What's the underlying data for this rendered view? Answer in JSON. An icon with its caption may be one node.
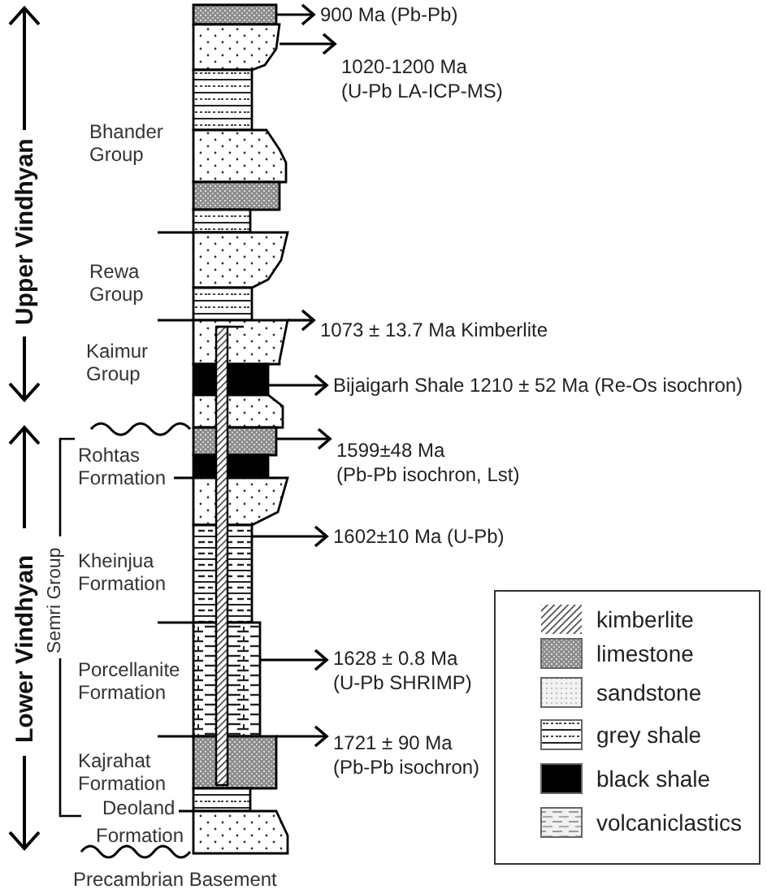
{
  "diagram": {
    "nodes": [
      {
        "text": [],
        "shape": "picture"
      },
      {
        "text": [
          "900 Ma (Pb-Pb)"
        ]
      },
      {
        "text": [
          "1020-1200 Ma",
          "(U-Pb LA-ICP-MS)"
        ]
      },
      {
        "text": [
          "1073 ± 13.7 Ma Kimberlite"
        ]
      },
      {
        "text": [
          "Bijaigarh Shale 1210 ± 52 Ma (Re-Os isochron)"
        ]
      },
      {
        "text": [
          "1599±48 Ma",
          "(Pb-Pb isochron, Lst)"
        ]
      },
      {
        "text": [
          "1602±10 Ma (U-Pb)"
        ]
      },
      {
        "text": [
          "1628 ± 0.8 Ma",
          "(U-Pb SHRIMP)"
        ]
      },
      {
        "text": [
          "1721 ± 90 Ma",
          "(Pb-Pb isochron)"
        ]
      }
    ],
    "edges": [
      {
        "from": 0,
        "to": 1,
        "arrow": "to"
      },
      {
        "from": 0,
        "to": 2,
        "arrow": "to"
      },
      {
        "from": 0,
        "to": 3,
        "arrow": "to"
      },
      {
        "from": 0,
        "to": 4,
        "arrow": "to"
      },
      {
        "from": 0,
        "to": 5,
        "arrow": "to"
      },
      {
        "from": 0,
        "to": 6,
        "arrow": "to"
      },
      {
        "from": 0,
        "to": 7,
        "arrow": "to"
      },
      {
        "from": 0,
        "to": 8,
        "arrow": "to"
      }
    ],
    "labels": [
      "Upper Vindhyan",
      "Bhander Group",
      "Rewa Group",
      "Kaimur Group",
      "Lower Vindhyan",
      "Semri Group",
      "Rohtas Formation",
      "Kheinjua Formation",
      "Porcellanite Formation",
      "Kajrahat Formation",
      "Deoland",
      "Formation",
      "Precambrian Basement"
    ],
    "legend": [
      {
        "text": "kimberlite"
      },
      {
        "text": "limestone"
      },
      {
        "text": "sandstone"
      },
      {
        "text": "grey shale"
      },
      {
        "text": "black shale",
        "color": "#000000"
      },
      {
        "text": "volcaniclastics"
      }
    ]
  }
}
